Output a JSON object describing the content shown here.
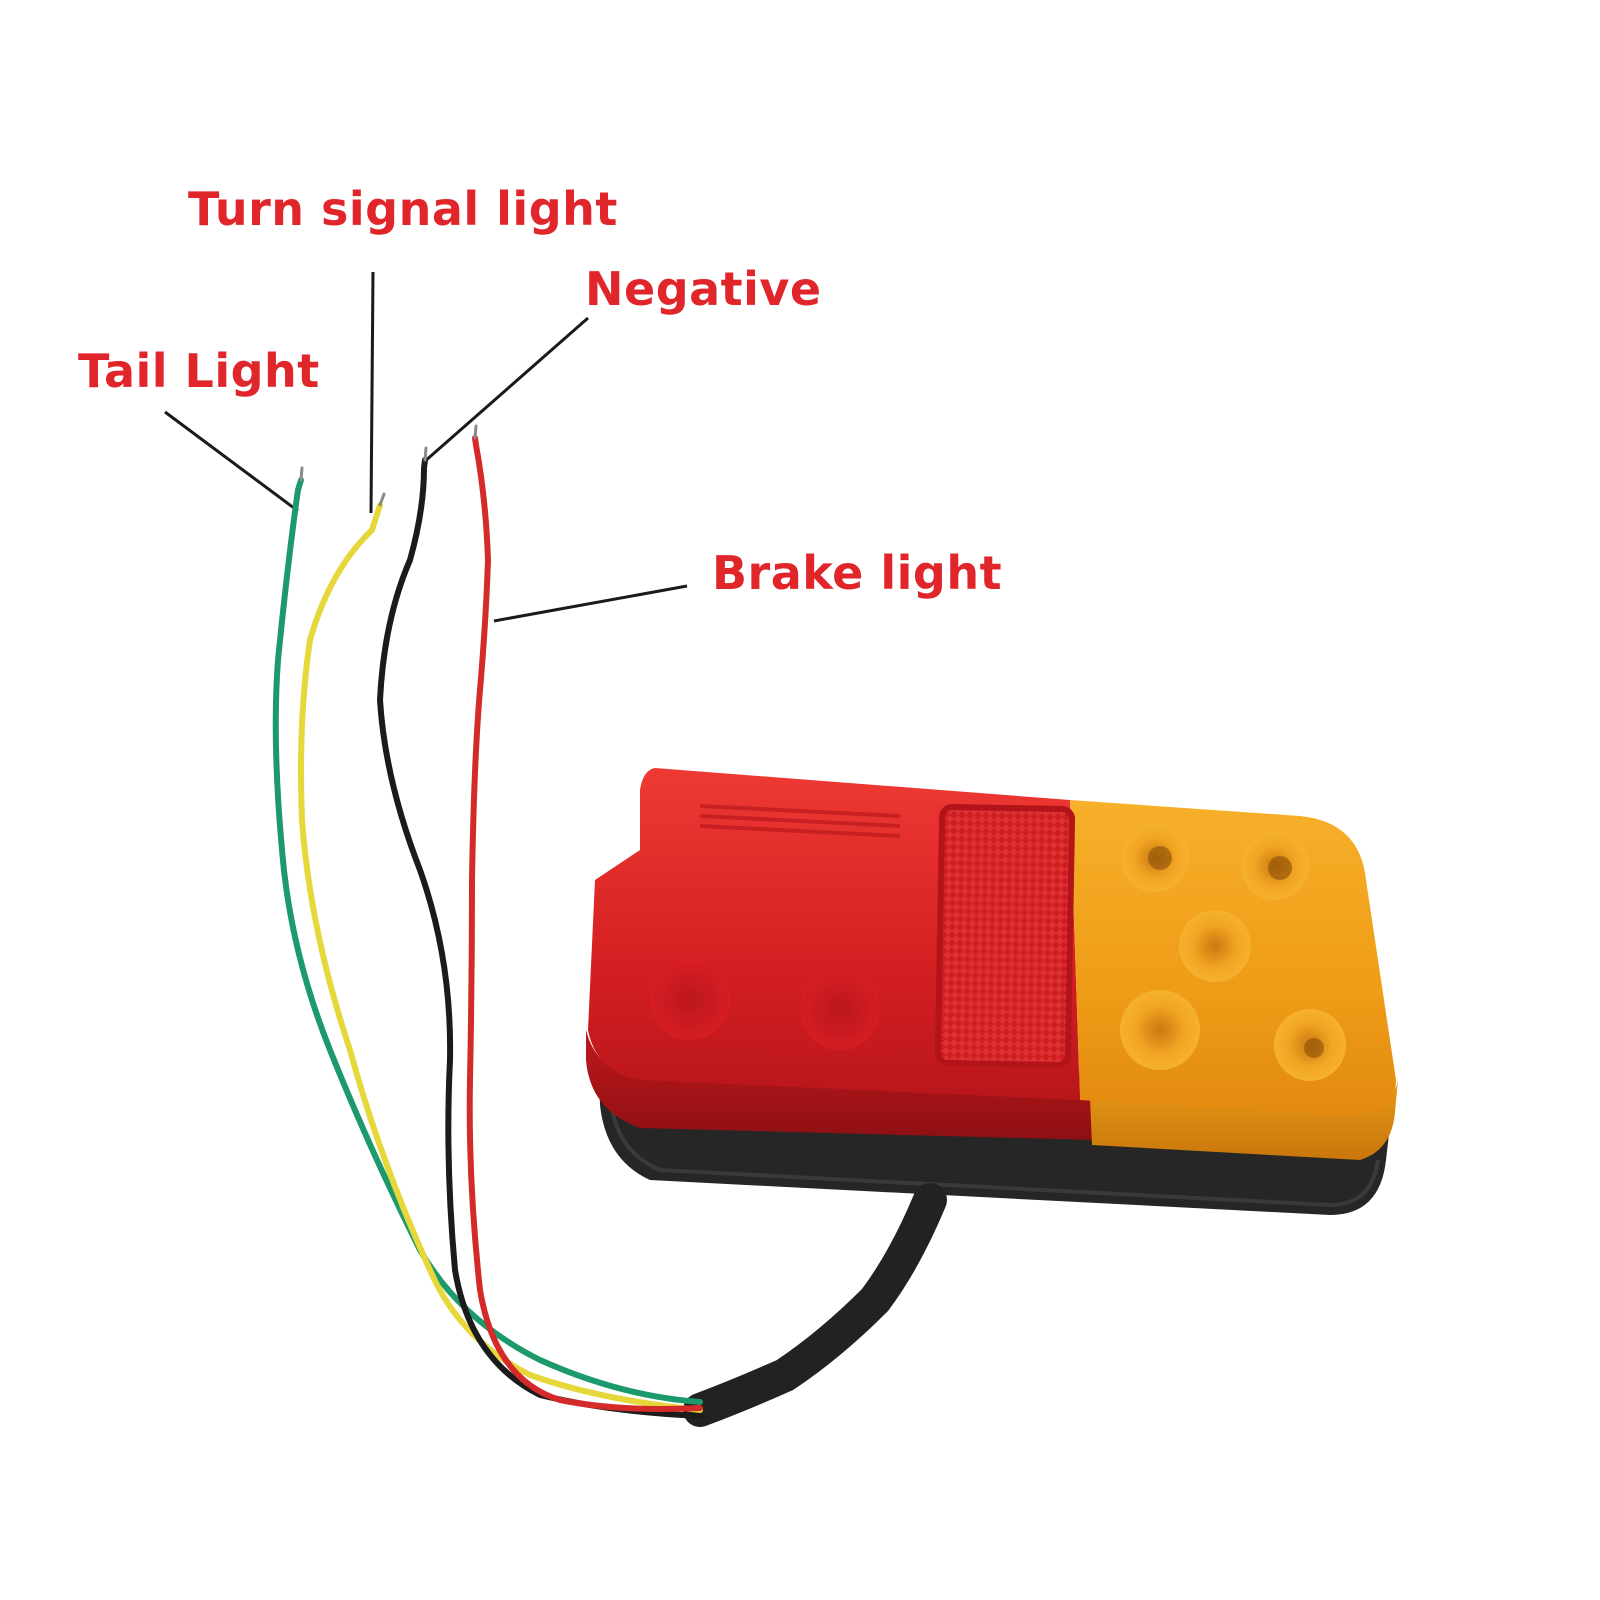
{
  "labels": {
    "turn_signal": "Turn signal light",
    "negative": "Negative",
    "tail": "Tail Light",
    "brake": "Brake light"
  },
  "colors": {
    "label_text": "#e0262b",
    "leader_line": "#1a1a1a",
    "wire_green": "#1d9a6b",
    "wire_yellow": "#e6d83a",
    "wire_black": "#1b1b1b",
    "wire_red": "#d42a2a",
    "lens_red": "#d81e24",
    "lens_amber": "#f2a11a",
    "housing": "#222222"
  },
  "icons": {
    "lamp": "trailer-tail-lamp-icon"
  }
}
